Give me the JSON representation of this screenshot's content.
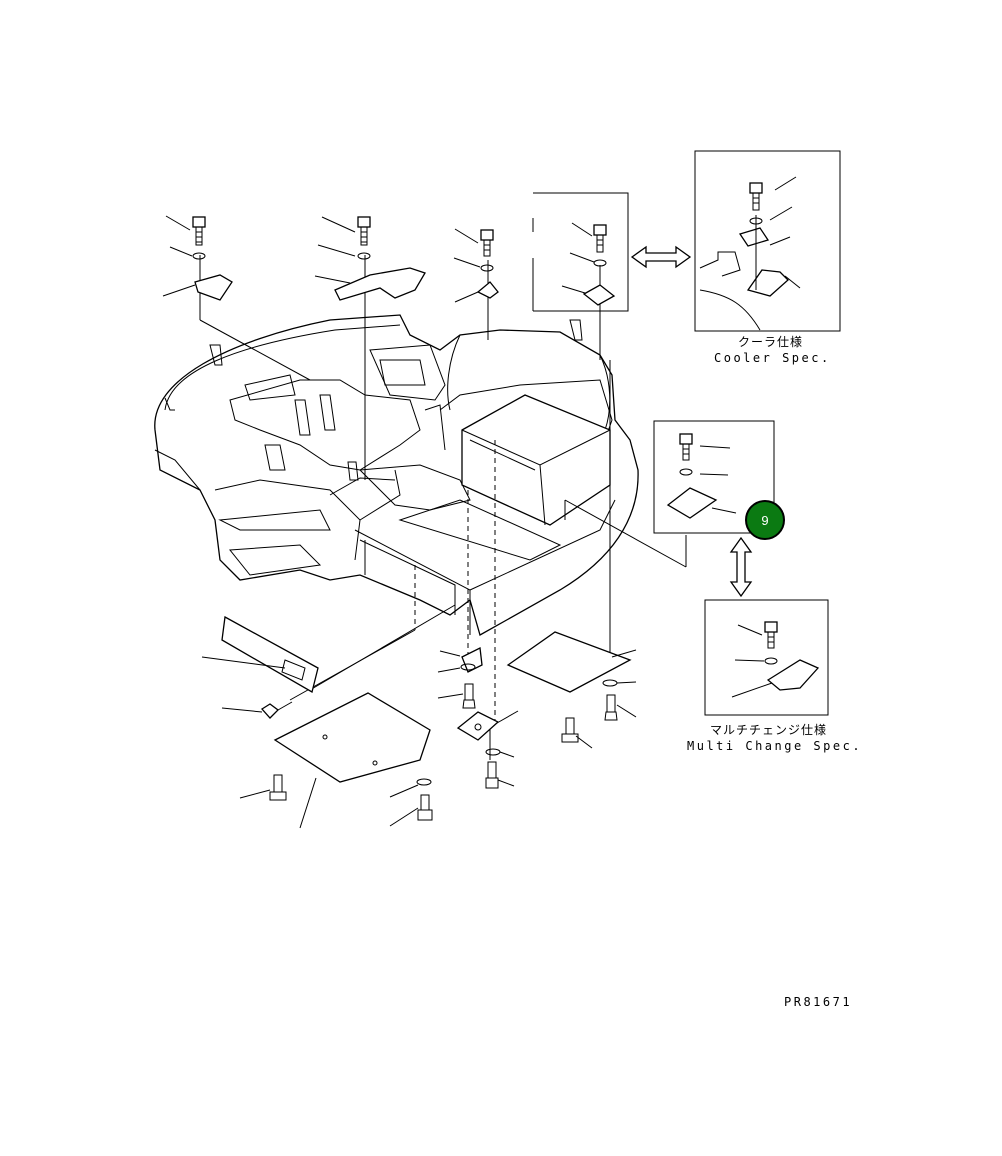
{
  "diagram": {
    "cooler_spec": {
      "title_jp": "クーラ仕様",
      "title_en": "Cooler Spec."
    },
    "multi_change_spec": {
      "title_jp": "マルチチェンジ仕様",
      "title_en": "Multi Change Spec."
    },
    "callout": {
      "number": "9",
      "color": "#0b7a12"
    },
    "drawing_code": "PR81671"
  }
}
